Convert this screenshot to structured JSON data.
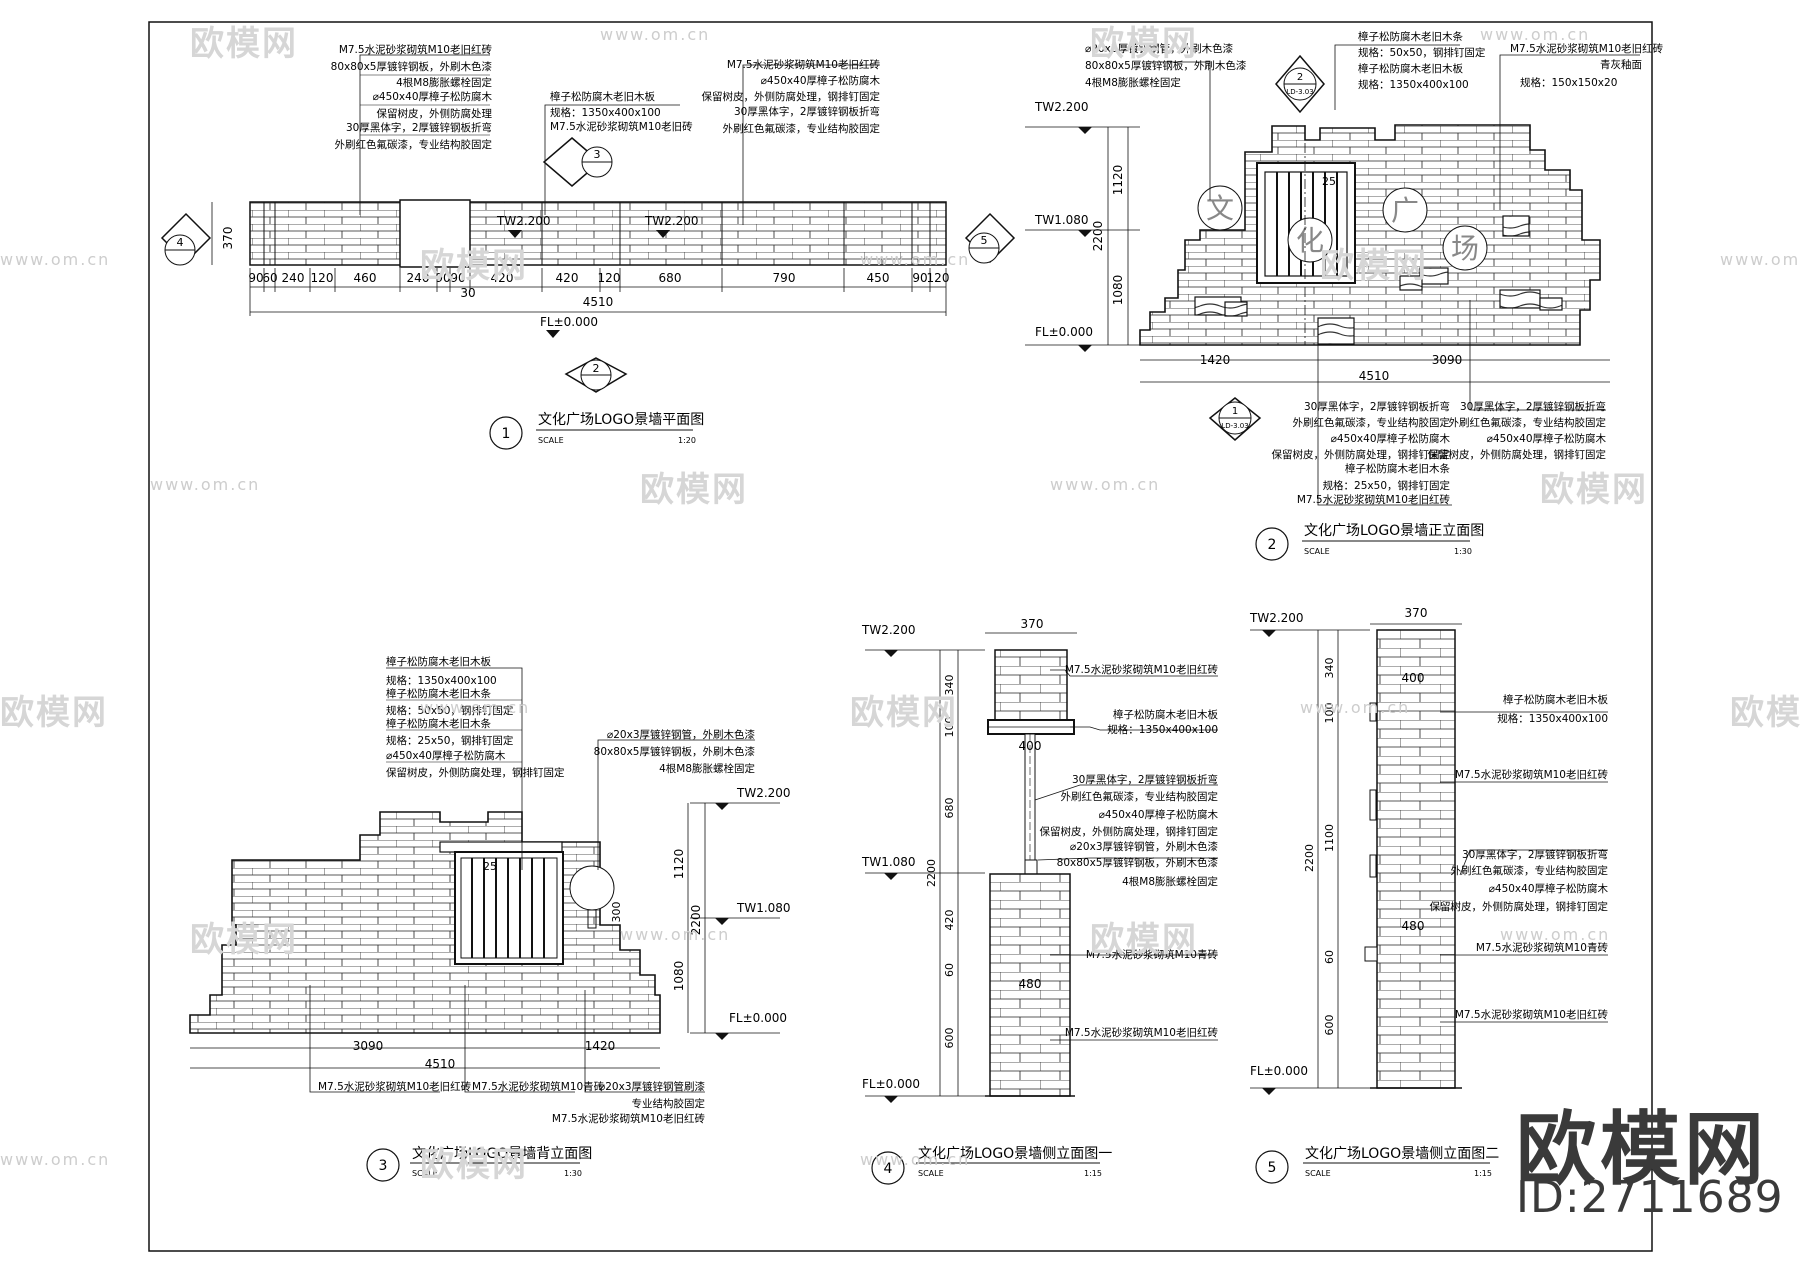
{
  "watermarks": {
    "brand": "欧模网",
    "url": "www.om.cn"
  },
  "brand_corner": {
    "name": "欧模网",
    "id": "ID:2711689"
  },
  "view1": {
    "title": "文化广场LOGO景墙平面图",
    "scale_label": "SCALE",
    "scale": "1:20",
    "number": "1",
    "notes_left": [
      "M7.5水泥砂浆砌筑M10老旧红砖",
      "80x80x5厚镀锌钢板，外刷木色漆",
      "4根M8膨胀螺栓固定",
      "⌀450x40厚樟子松防腐木",
      "保留树皮，外侧防腐处理",
      "30厚黑体字，2厚镀锌钢板折弯",
      "外刷红色氟碳漆，专业结构胶固定"
    ],
    "notes_mid": [
      "樟子松防腐木老旧木板",
      "规格：1350x400x100",
      "M7.5水泥砂浆砌筑M10老旧砖"
    ],
    "notes_right": [
      "M7.5水泥砂浆砌筑M10老旧红砖",
      "⌀450x40厚樟子松防腐木",
      "保留树皮，外侧防腐处理，钢排钉固定",
      "30厚黑体字，2厚镀锌钢板折弯",
      "外刷红色氟碳漆，专业结构胶固定"
    ],
    "levels": [
      "TW2.200",
      "TW2.200",
      "FL±0.000"
    ],
    "dims": [
      "90",
      "60",
      "240",
      "120",
      "460",
      "240",
      "90",
      "90",
      "420",
      "420",
      "120",
      "680",
      "790",
      "450",
      "90",
      "120"
    ],
    "dim_small": "30",
    "total": "4510",
    "depth": "370",
    "markers": [
      "3",
      "2",
      "4",
      "5"
    ]
  },
  "view2": {
    "title": "文化广场LOGO景墙正立面图",
    "scale_label": "SCALE",
    "scale": "1:30",
    "number": "2",
    "notes_top_left": [
      "⌀20x3厚镀锌钢管，外刷木色漆",
      "80x80x5厚镀锌钢板，外刷木色漆",
      "4根M8膨胀螺栓固定"
    ],
    "notes_top_mid": [
      "樟子松防腐木老旧木条",
      "规格：50x50，钢排钉固定",
      "樟子松防腐木老旧木板",
      "规格：1350x400x100"
    ],
    "notes_top_right": [
      "M7.5水泥砂浆砌筑M10老旧红砖",
      "规格：150x150x20",
      "青灰釉面"
    ],
    "notes_bottom_left": [
      "30厚黑体字，2厚镀锌钢板折弯",
      "外刷红色氟碳漆，专业结构胶固定",
      "⌀450x40厚樟子松防腐木",
      "保留树皮，外侧防腐处理，钢排钉固定",
      "樟子松防腐木老旧木条",
      "规格：25x50，钢排钉固定",
      "M7.5水泥砂浆砌筑M10老旧红砖"
    ],
    "notes_bottom_right": [
      "30厚黑体字，2厚镀锌钢板折弯",
      "外刷红色氟碳漆，专业结构胶固定",
      "⌀450x40厚樟子松防腐木",
      "保留树皮，外侧防腐处理，钢排钉固定"
    ],
    "levels": [
      "TW2.200",
      "TW1.080",
      "FL±0.000"
    ],
    "vdims": [
      "1120",
      "2200",
      "1080"
    ],
    "hdims": [
      "1420",
      "3090"
    ],
    "total": "4510",
    "dim_25": "25",
    "chars": [
      "文",
      "化",
      "广",
      "场"
    ],
    "markers": [
      {
        "n": "2",
        "ref": "LD-3.03"
      },
      {
        "n": "1",
        "ref": "LD-3.03"
      }
    ]
  },
  "view3": {
    "title": "文化广场LOGO景墙背立面图",
    "scale_label": "SCALE",
    "scale": "1:30",
    "number": "3",
    "notes_top": [
      "樟子松防腐木老旧木板",
      "规格：1350x400x100",
      "樟子松防腐木老旧木条",
      "规格：50x50，钢排钉固定",
      "樟子松防腐木老旧木条",
      "规格：25x50，钢排钉固定",
      "⌀450x40厚樟子松防腐木",
      "保留树皮，外侧防腐处理，钢排钉固定"
    ],
    "notes_right_top": [
      "⌀20x3厚镀锌钢管，外刷木色漆",
      "80x80x5厚镀锌钢板，外刷木色漆",
      "4根M8膨胀螺栓固定"
    ],
    "notes_bottom": [
      "M7.5水泥砂浆砌筑M10老旧红砖",
      "M7.5水泥砂浆砌筑M10青砖",
      "⌀20x3厚镀锌钢管刷漆",
      "专业结构胶固定",
      "M7.5水泥砂浆砌筑M10老旧红砖"
    ],
    "levels": [
      "TW2.200",
      "TW1.080",
      "FL±0.000"
    ],
    "vdims": [
      "1120",
      "2200",
      "1080",
      "300"
    ],
    "hdims": [
      "3090",
      "1420"
    ],
    "total": "4510",
    "dim_25": "25"
  },
  "view4": {
    "title": "文化广场LOGO景墙侧立面图一",
    "scale_label": "SCALE",
    "scale": "1:15",
    "number": "4",
    "levels": [
      "TW2.200",
      "TW1.080",
      "FL±0.000"
    ],
    "top_dim": "370",
    "vdims": [
      "340",
      "100",
      "680",
      "2200",
      "420",
      "60",
      "600"
    ],
    "inner_dims": [
      "400",
      "480"
    ],
    "notes": [
      "M7.5水泥砂浆砌筑M10老旧红砖",
      "樟子松防腐木老旧木板",
      "规格：1350x400x100",
      "30厚黑体字，2厚镀锌钢板折弯",
      "外刷红色氟碳漆，专业结构胶固定",
      "⌀450x40厚樟子松防腐木",
      "保留树皮，外侧防腐处理，钢排钉固定",
      "⌀20x3厚镀锌钢管，外刷木色漆",
      "80x80x5厚镀锌钢板，外刷木色漆",
      "4根M8膨胀螺栓固定",
      "M7.5水泥砂浆砌筑M10青砖",
      "M7.5水泥砂浆砌筑M10老旧红砖"
    ]
  },
  "view5": {
    "title": "文化广场LOGO景墙侧立面图二",
    "scale_label": "SCALE",
    "scale": "1:15",
    "number": "5",
    "levels": [
      "TW2.200",
      "FL±0.000"
    ],
    "top_dim": "370",
    "vdims": [
      "340",
      "100",
      "1100",
      "2200",
      "60",
      "600"
    ],
    "inner_dims": [
      "400",
      "480"
    ],
    "notes": [
      "樟子松防腐木老旧木板",
      "规格：1350x400x100",
      "M7.5水泥砂浆砌筑M10老旧红砖",
      "30厚黑体字，2厚镀锌钢板折弯",
      "外刷红色氟碳漆，专业结构胶固定",
      "⌀450x40厚樟子松防腐木",
      "保留树皮，外侧防腐处理，钢排钉固定",
      "M7.5水泥砂浆砌筑M10青砖",
      "M7.5水泥砂浆砌筑M10老旧红砖"
    ]
  }
}
